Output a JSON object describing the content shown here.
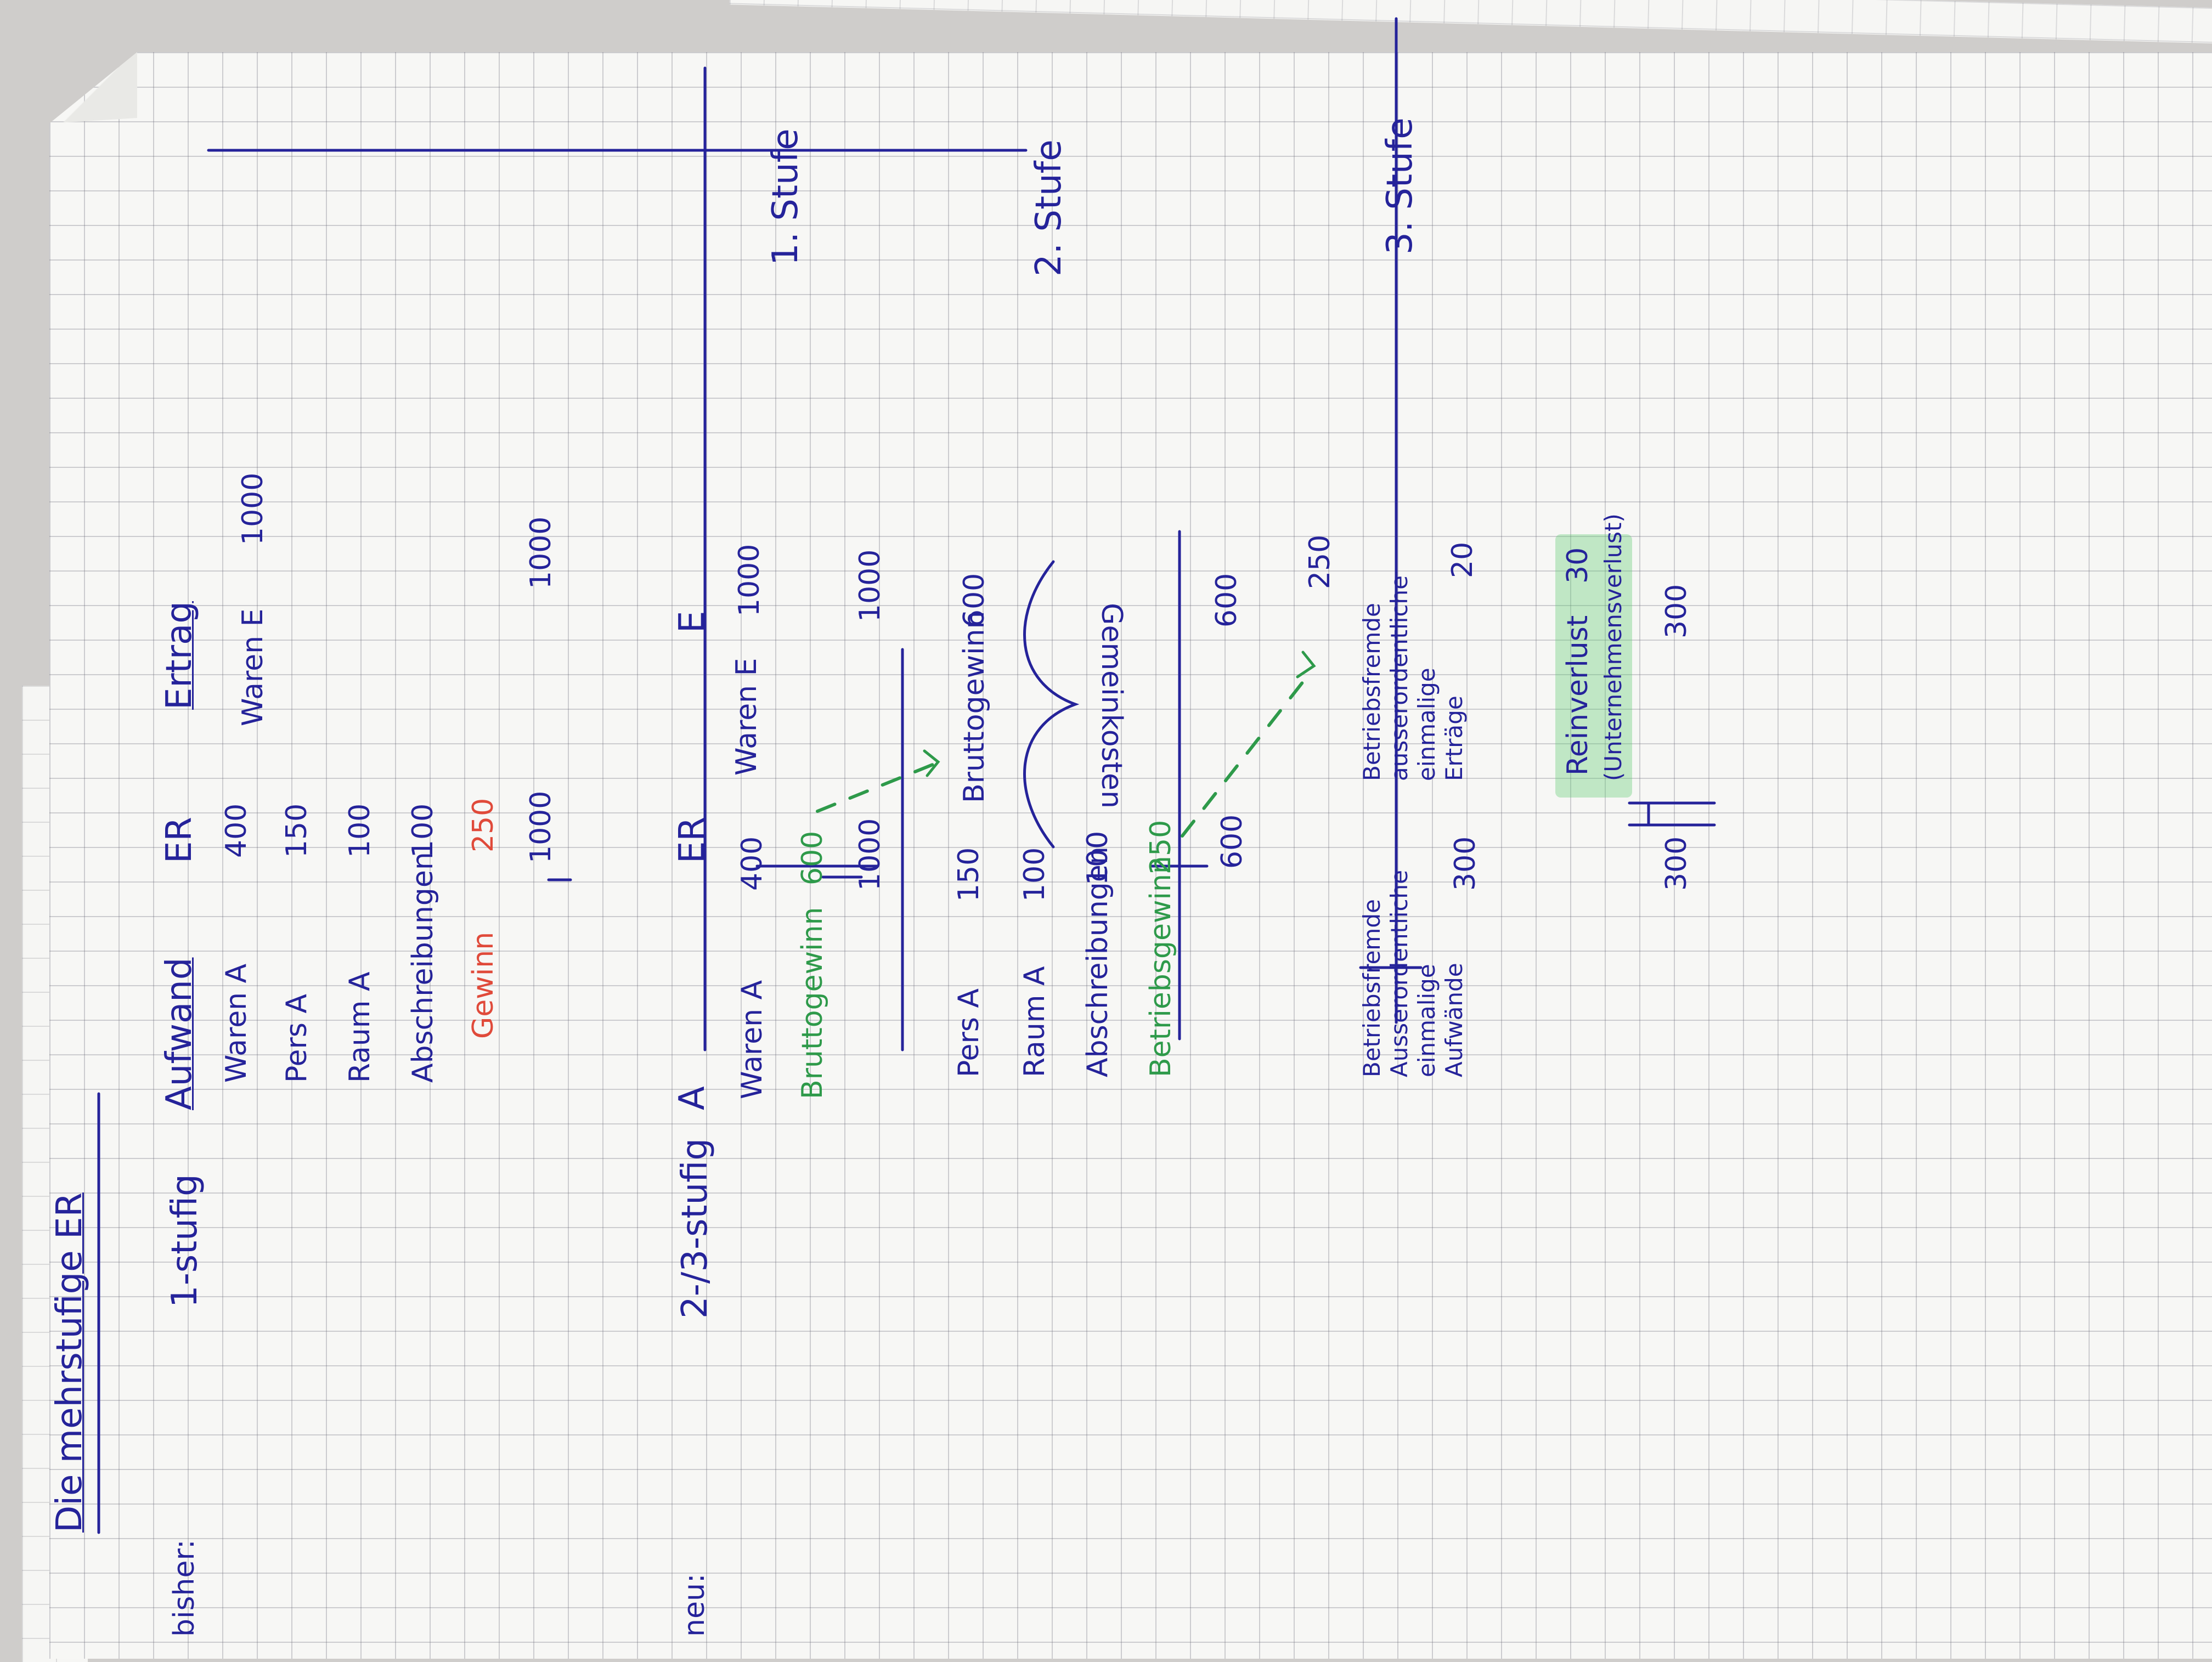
{
  "title": "Die mehrstufige ER",
  "old": {
    "prefix": "bisher:",
    "type": "1-stufig",
    "hdr_left": "Aufwand",
    "hdr_mid": "ER",
    "hdr_right": "Ertrag",
    "left_rows": [
      {
        "label": "Waren A",
        "value": "400"
      },
      {
        "label": "Pers A",
        "value": "150"
      },
      {
        "label": "Raum A",
        "value": "100"
      },
      {
        "label": "Abschreibungen",
        "value": "100"
      }
    ],
    "gewinn_label": "Gewinn",
    "gewinn_value": "250",
    "right_row": {
      "label": "Waren E",
      "value": "1000"
    },
    "total_left": "1000",
    "total_right": "1000"
  },
  "new": {
    "prefix": "neu:",
    "type": "2-/3-stufig",
    "hdr_left": "A",
    "hdr_mid": "ER",
    "hdr_right": "E",
    "s1_left": {
      "label": "Waren A",
      "value": "400"
    },
    "s1_brutto": {
      "label": "Bruttogewinn",
      "value": "600"
    },
    "s1_right": {
      "label": "Waren E",
      "value": "1000"
    },
    "s1_total_left": "1000",
    "s1_total_right": "1000",
    "stufe1": "1. Stufe",
    "gemein_label": "Gemeinkosten",
    "s2_rows": [
      {
        "label": "Pers A",
        "value": "150"
      },
      {
        "label": "Raum A",
        "value": "100"
      },
      {
        "label": "Abschreibungen",
        "value": "100"
      }
    ],
    "s2_betrieb": {
      "label": "Betriebsgewinn",
      "value": "250"
    },
    "s2_right": {
      "label": "Bruttogewinn",
      "value": "600"
    },
    "s2_total_left": "600",
    "s2_total_right": "600",
    "stufe2": "2. Stufe",
    "s3_left_lines": [
      "Betriebsfremde",
      "Ausserordentliche",
      "einmalige",
      "Aufwände"
    ],
    "s3_left_value": "300",
    "s3_right_lines": [
      "Betriebsfremde",
      "ausserordentliche",
      "einmalige",
      "Erträge"
    ],
    "s3_right_value": "20",
    "s3_carry": "250",
    "reinverlust_label": "Reinverlust",
    "reinverlust_value": "30",
    "reinverlust_note": "(Unternehmensverlust)",
    "s3_total_left": "300",
    "s3_total_right": "300",
    "stufe3": "3. Stufe"
  }
}
